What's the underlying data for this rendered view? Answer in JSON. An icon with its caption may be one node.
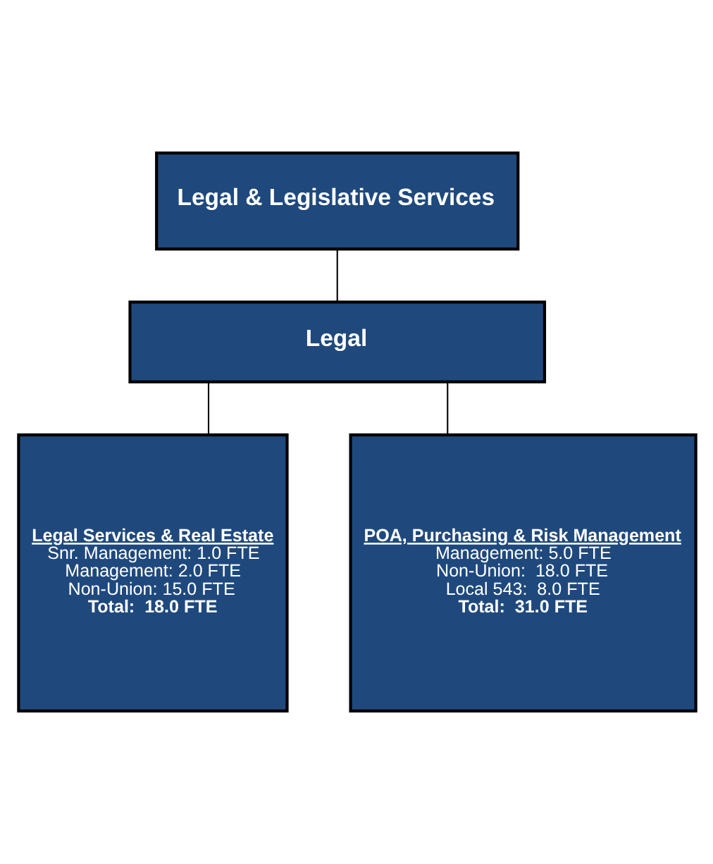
{
  "diagram": {
    "nodes": [
      {
        "text": [
          "Legal & Legislative Services"
        ]
      },
      {
        "text": [
          "Legal"
        ]
      },
      {
        "text": [
          "Legal Services & Real Estate",
          "Snr. Management: 1.0 FTE",
          "Management: 2.0 FTE",
          "Non-Union: 15.0 FTE",
          "Total:  18.0 FTE"
        ]
      },
      {
        "text": [
          "POA, Purchasing & Risk Management",
          "Management: 5.0 FTE",
          "Non-Union:  18.0 FTE",
          "Local 543:  8.0 FTE",
          "Total:  31.0 FTE"
        ]
      }
    ],
    "edges": [
      {
        "from": 0,
        "to": 1,
        "arrow": "none"
      },
      {
        "from": 1,
        "to": 2,
        "arrow": "none"
      },
      {
        "from": 1,
        "to": 3,
        "arrow": "none"
      }
    ]
  }
}
